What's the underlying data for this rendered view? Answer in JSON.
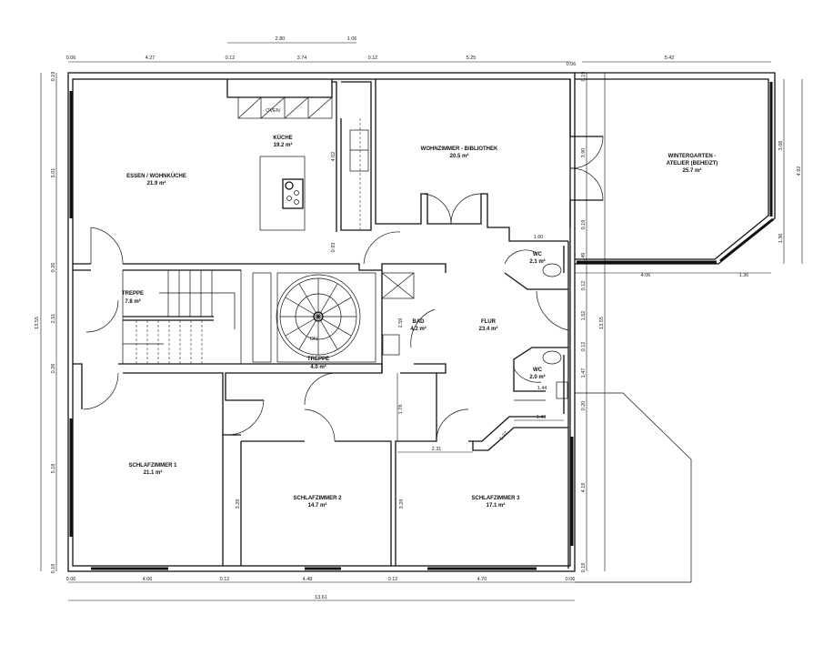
{
  "rooms": {
    "essen": {
      "name": "ESSEN / WOHNKÜCHE",
      "area": "21.9 m²"
    },
    "kueche": {
      "name": "KÜCHE",
      "area": "19.2 m²"
    },
    "wohnzimmer": {
      "name": "WOHNZIMMER - BIBLIOTHEK",
      "area": "20.5 m²"
    },
    "wintergarten": {
      "name1": "WINTERGARTEN -",
      "name2": "ATELIER (BEHEIZT)",
      "area": "25.7 m²"
    },
    "treppe1": {
      "name": "TREPPE",
      "area": "7.8 m²"
    },
    "treppe2": {
      "name": "TREPPE",
      "area": "4.0 m²"
    },
    "bad": {
      "name": "BAD",
      "area": "4.2 m²"
    },
    "flur": {
      "name": "FLUR",
      "area": "23.4 m²"
    },
    "wc1": {
      "name": "WC",
      "area": "2.1 m²"
    },
    "wc2": {
      "name": "WC",
      "area": "2.0 m²"
    },
    "schlaf1": {
      "name": "SCHLAFZIMMER 1",
      "area": "21.1 m²"
    },
    "schlaf2": {
      "name": "SCHLAFZIMMER 2",
      "area": "14.7 m²"
    },
    "schlaf3": {
      "name": "SCHLAFZIMMER 3",
      "area": "17.1 m²"
    }
  },
  "fixtures": {
    "oven": "OVEN",
    "dn": "DN"
  },
  "dimensions": {
    "top": [
      "0.06",
      "4.27",
      "0.12",
      "3.74",
      "0.12",
      "5.25",
      "0.06",
      "5.42"
    ],
    "top_upper": [
      "2.80",
      "1.06"
    ],
    "left": [
      "0.19",
      "5.01",
      "0.26",
      "2.51",
      "0.26",
      "5.18",
      "0.19",
      "13.55"
    ],
    "right": [
      "0.19",
      "3.90",
      "0.19",
      "1.49",
      "0.12",
      "1.52",
      "0.12",
      "1.47",
      "0.20",
      "4.19",
      "0.19",
      "13.55"
    ],
    "wintergarten": [
      "3.06",
      "1.36",
      "4.92",
      "4.06",
      "1.36"
    ],
    "bottom": [
      "0.06",
      "4.06",
      "0.12",
      "4.48",
      "0.12",
      "4.70",
      "0.06",
      "13.61"
    ],
    "inner": [
      "4.02",
      "0.93",
      "1.60",
      "2.59",
      "1.78",
      "3.29",
      "3.29",
      "2.31",
      "1.49",
      "1.27",
      "1.44"
    ]
  }
}
